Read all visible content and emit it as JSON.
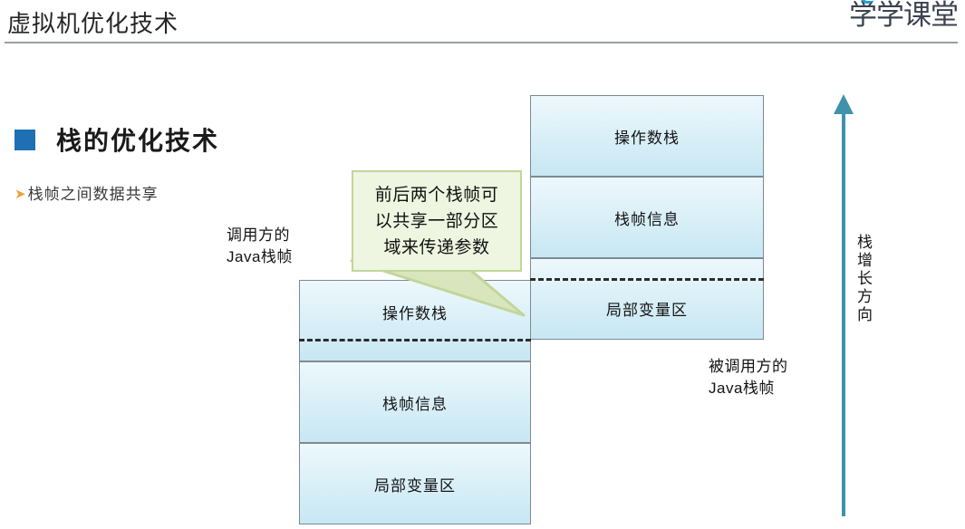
{
  "header": {
    "title": "虚拟机优化技术",
    "brand": "学学课堂",
    "brand_mark_icon": "circle-smile-icon"
  },
  "left_column": {
    "heading": "栈的优化技术",
    "heading_bullet_icon": "square-bullet-icon",
    "heading_bullet_color": "#1F6FB5",
    "subpoint": "栈帧之间数据共享",
    "subpoint_bullet_icon": "arrow-bullet-icon",
    "subpoint_bullet_glyph": "➤",
    "subpoint_bullet_color": "#E8A33D"
  },
  "diagram": {
    "callee_stack": {
      "label": "被调用方的\nJava栈帧",
      "segments": [
        {
          "name": "操作数栈"
        },
        {
          "name": "栈帧信息"
        },
        {
          "name": "局部变量区"
        }
      ]
    },
    "caller_stack": {
      "label": "调用方的\nJava栈帧",
      "segments": [
        {
          "name": "操作数栈"
        },
        {
          "name": "栈帧信息"
        },
        {
          "name": "局部变量区"
        }
      ]
    },
    "box_fill_top": "#EDF8FC",
    "box_fill_bottom": "#C7E7F3",
    "box_border": "#7B8B94",
    "share_line_color": "#2C2C2C",
    "callout": {
      "text": "前后两个栈帧可\n以共享一部分区\n域来传递参数",
      "fill": "#EEF5E0",
      "border": "#C2D69B"
    },
    "growth_arrow": {
      "label": "栈增长方向",
      "color": "#3E93AB",
      "direction": "up",
      "icon": "arrow-up-icon"
    }
  }
}
